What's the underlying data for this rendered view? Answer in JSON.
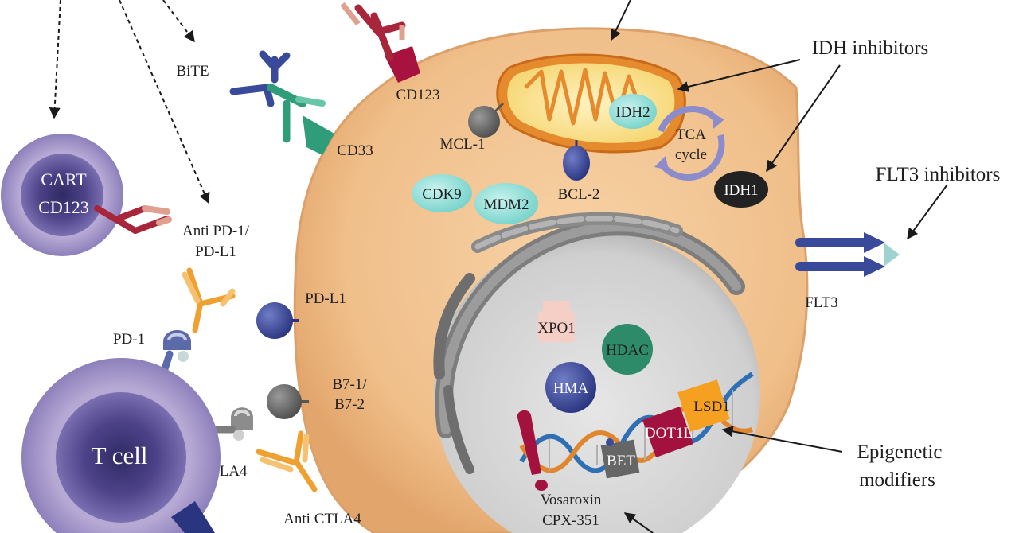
{
  "labels": {
    "bite": "BiTE",
    "cd123_top": "CD123",
    "cd33": "CD33",
    "cart_line1": "CART",
    "cart_line2": "CD123",
    "anti_pd1_line1": "Anti PD-1/",
    "anti_pd1_line2": "PD-L1",
    "pdl1": "PD-L1",
    "pd1": "PD-1",
    "b7_line1": "B7-1/",
    "b7_line2": "B7-2",
    "ctla4": "CTLA4",
    "anti_ctla4": "Anti CTLA4",
    "tcell": "T cell",
    "mcl1": "MCL-1",
    "bcl2": "BCL-2",
    "cdk9": "CDK9",
    "mdm2": "MDM2",
    "idh2": "IDH2",
    "tca_line1": "TCA",
    "tca_line2": "cycle",
    "idh1": "IDH1",
    "idh_inhibitors": "IDH inhibitors",
    "flt3_inhibitors": "FLT3 inhibitors",
    "flt3": "FLT3",
    "xpo1": "XPO1",
    "hdac": "HDAC",
    "hma": "HMA",
    "lsd1": "LSD1",
    "dot1l": "DOT1L",
    "bet": "BET",
    "epi_line1": "Epigenetic",
    "epi_line2": "modifiers",
    "vosaroxin": "Vosaroxin",
    "cpx351": "CPX-351"
  },
  "colors": {
    "cell": "#f2c694",
    "cell_edge": "#e3a56b",
    "nucleus": "#c9c9c9",
    "tcell": "#a79bc8",
    "tcell_core": "#4a3f86",
    "antibody_orange": "#f0a030",
    "antibody_red": "#a7263b",
    "antibody_blue": "#3a4a9a",
    "antibody_teal": "#2f9c7a",
    "idh_teal": "#86dcd6",
    "hdac_green": "#2e8b6a",
    "lsd1_orange": "#f5a020",
    "dot1l_red": "#a3123f",
    "bet_gray": "#6a6a6a",
    "xpo1_pink": "#f3c8bf"
  }
}
